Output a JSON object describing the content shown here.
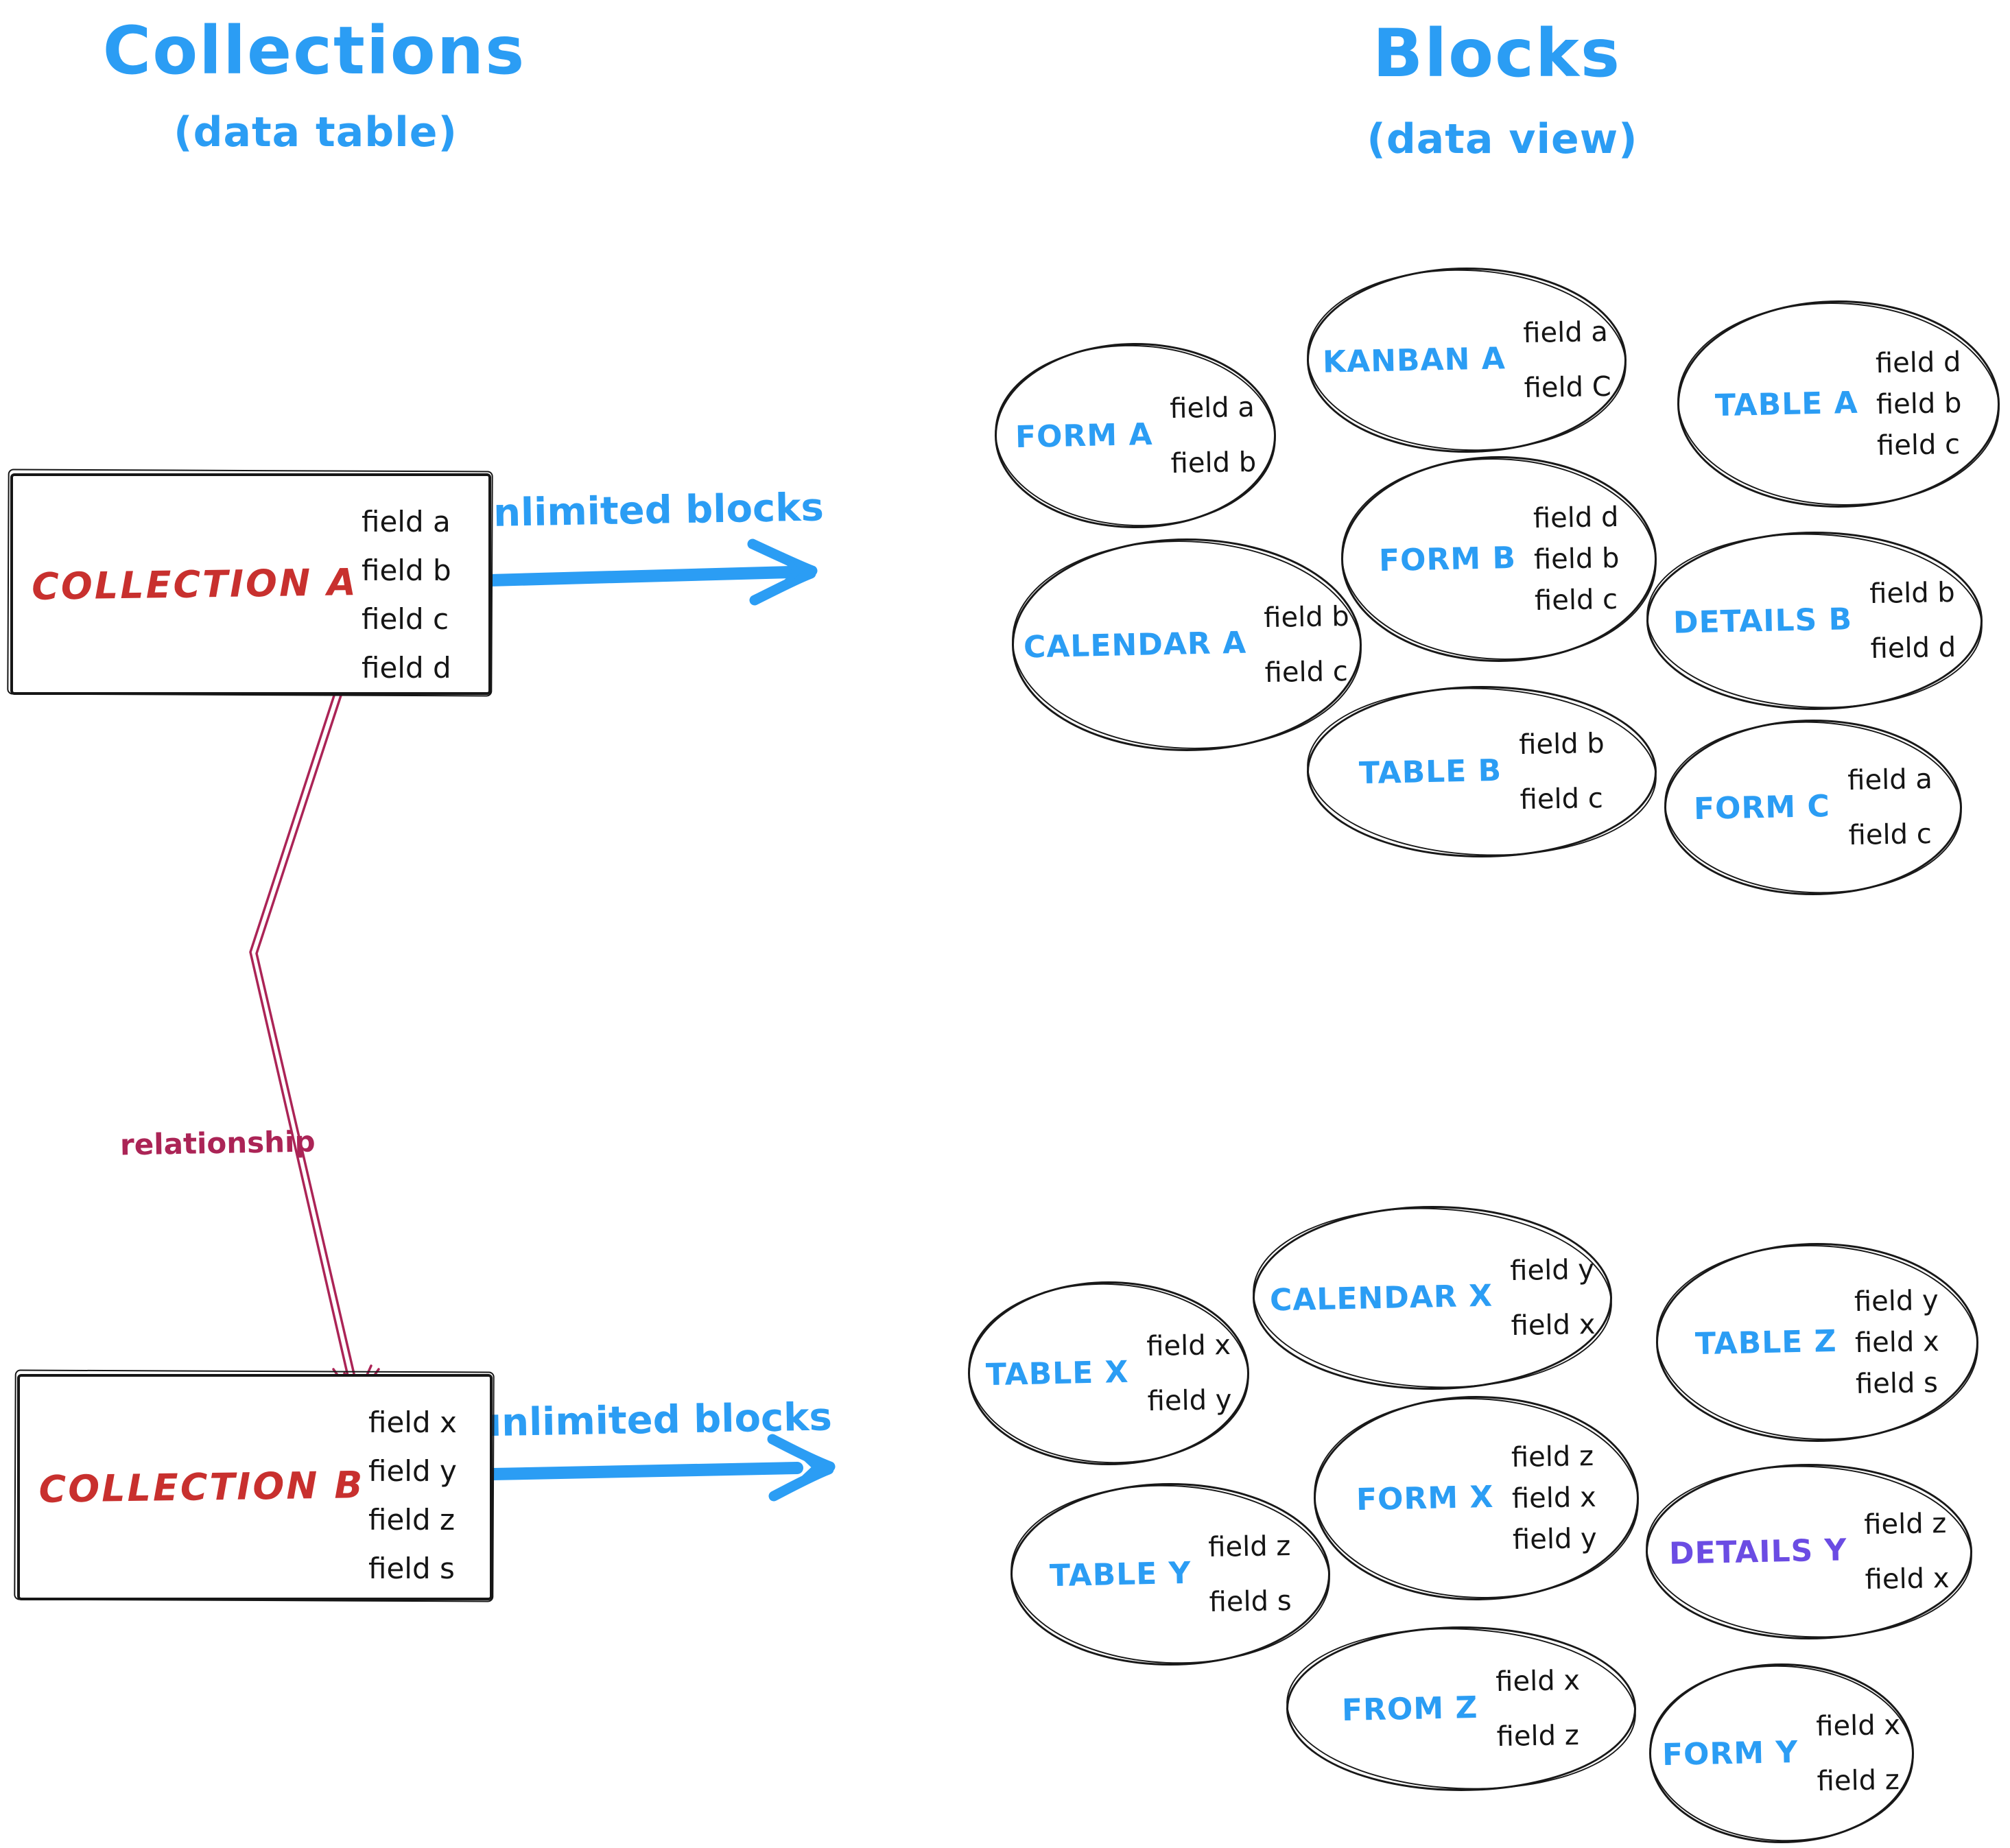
{
  "titles": {
    "left": {
      "title": "Collections",
      "subtitle": "(data table)"
    },
    "right": {
      "title": "Blocks",
      "subtitle": "(data view)"
    }
  },
  "collections": [
    {
      "name": "COLLECTION A",
      "fields": [
        "field a",
        "field b",
        "field c",
        "field d"
      ]
    },
    {
      "name": "COLLECTION B",
      "fields": [
        "field x",
        "field y",
        "field z",
        "field s"
      ]
    }
  ],
  "arrows": {
    "top_label": "unlimited blocks",
    "bottom_label": "unlimited blocks",
    "relationship_label": "relationship"
  },
  "blocks_a": [
    {
      "label": "FORM A",
      "fields": [
        "field a",
        "field b"
      ]
    },
    {
      "label": "KANBAN A",
      "fields": [
        "field a",
        "field C"
      ]
    },
    {
      "label": "TABLE A",
      "fields": [
        "field d",
        "field b",
        "field c"
      ]
    },
    {
      "label": "CALENDAR A",
      "fields": [
        "field b",
        "field c"
      ]
    },
    {
      "label": "FORM B",
      "fields": [
        "field d",
        "field b",
        "field c"
      ]
    },
    {
      "label": "DETAILS B",
      "fields": [
        "field b",
        "field d"
      ]
    },
    {
      "label": "TABLE B",
      "fields": [
        "field b",
        "field c"
      ]
    },
    {
      "label": "FORM C",
      "fields": [
        "field a",
        "field c"
      ]
    }
  ],
  "blocks_b": [
    {
      "label": "TABLE X",
      "fields": [
        "field x",
        "field y"
      ]
    },
    {
      "label": "CALENDAR X",
      "fields": [
        "field y",
        "field x"
      ]
    },
    {
      "label": "TABLE Z",
      "fields": [
        "field y",
        "field x",
        "field s"
      ]
    },
    {
      "label": "FORM X",
      "fields": [
        "field z",
        "field x",
        "field y"
      ]
    },
    {
      "label": "TABLE Y",
      "fields": [
        "field z",
        "field s"
      ]
    },
    {
      "label": "DETAILS Y",
      "fields": [
        "field z",
        "field x"
      ],
      "label_color": "#6b4ce3"
    },
    {
      "label": "FROM Z",
      "fields": [
        "field x",
        "field z"
      ]
    },
    {
      "label": "FORM Y",
      "fields": [
        "field x",
        "field z"
      ]
    }
  ],
  "colors": {
    "accent_blue": "#2b9df4",
    "collection_red": "#c8302e",
    "relationship_crimson": "#ab2456",
    "details_y_purple": "#6b4ce3",
    "ink_black": "#151515"
  }
}
